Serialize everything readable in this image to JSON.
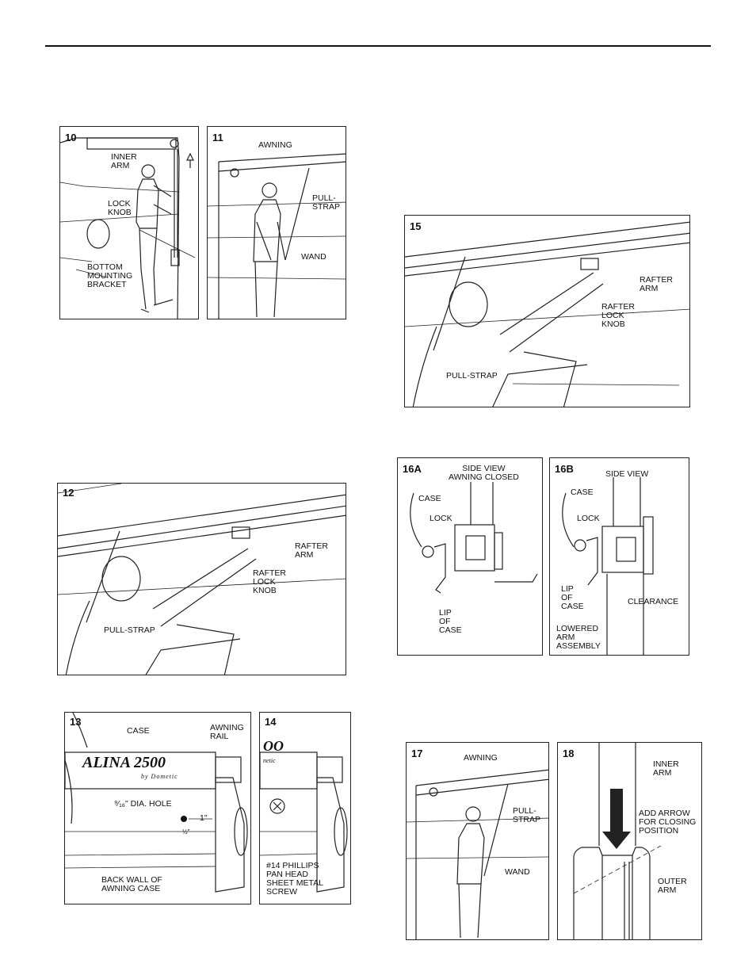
{
  "figures": {
    "f10": {
      "num": "10",
      "inner_arm": "INNER\nARM",
      "lock_knob": "LOCK\nKNOB",
      "bracket": "BOTTOM\nMOUNTING\nBRACKET"
    },
    "f11": {
      "num": "11",
      "awning": "AWNING",
      "pull_strap": "PULL-\nSTRAP",
      "wand": "WAND"
    },
    "f12": {
      "num": "12",
      "rafter_arm": "RAFTER\nARM",
      "rafter_lock_knob": "RAFTER\nLOCK\nKNOB",
      "pull_strap": "PULL-STRAP"
    },
    "f13": {
      "num": "13",
      "case": "CASE",
      "awning_rail": "AWNING\nRAIL",
      "brand": "ALINA 2500",
      "brand_sub": "by Dometic",
      "hole": "⁹⁄₁₆\" DIA. HOLE",
      "one_inch": "1\"",
      "half_inch": "½\"",
      "back_wall": "BACK WALL OF\nAWNING CASE"
    },
    "f14": {
      "num": "14",
      "brand": "OO",
      "brand_sub": "netic",
      "screw": "#14 PHILLIPS\nPAN HEAD\nSHEET METAL\nSCREW"
    },
    "f15": {
      "num": "15",
      "rafter_arm": "RAFTER\nARM",
      "rafter_lock_knob": "RAFTER\nLOCK\nKNOB",
      "pull_strap": "PULL-STRAP"
    },
    "f16a": {
      "num": "16A",
      "title": "SIDE VIEW\nAWNING CLOSED",
      "case": "CASE",
      "lock": "LOCK",
      "lip": "LIP\nOF\nCASE"
    },
    "f16b": {
      "num": "16B",
      "title": "SIDE VIEW",
      "case": "CASE",
      "lock": "LOCK",
      "lip": "LIP\nOF\nCASE",
      "clearance": "CLEARANCE",
      "lowered": "LOWERED\nARM\nASSEMBLY"
    },
    "f17": {
      "num": "17",
      "awning": "AWNING",
      "pull_strap": "PULL-\nSTRAP",
      "wand": "WAND"
    },
    "f18": {
      "num": "18",
      "inner_arm": "INNER\nARM",
      "add_arrow": "ADD ARROW\nFOR CLOSING\nPOSITION",
      "outer_arm": "OUTER\nARM"
    }
  }
}
